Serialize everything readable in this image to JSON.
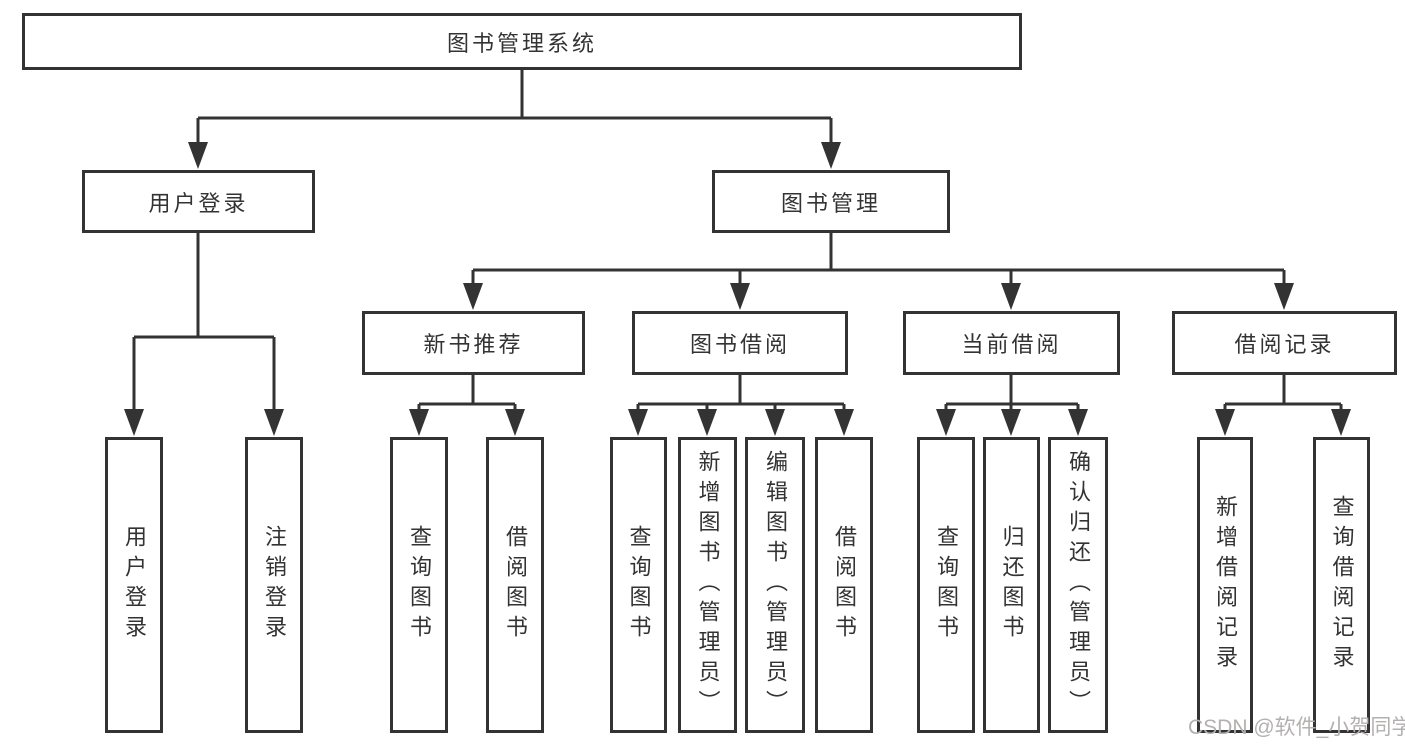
{
  "diagram": {
    "tree": {
      "root": {
        "label": "图书管理系统"
      },
      "branches": [
        {
          "label": "用户登录",
          "leaves": [
            {
              "label": "用户登录"
            },
            {
              "label": "注销登录"
            }
          ]
        },
        {
          "label": "图书管理",
          "groups": [
            {
              "label": "新书推荐",
              "leaves": [
                {
                  "label": "查询图书"
                },
                {
                  "label": "借阅图书"
                }
              ]
            },
            {
              "label": "图书借阅",
              "leaves": [
                {
                  "label": "查询图书"
                },
                {
                  "label": "新增图书（管理员）"
                },
                {
                  "label": "编辑图书（管理员）"
                },
                {
                  "label": "借阅图书"
                }
              ]
            },
            {
              "label": "当前借阅",
              "leaves": [
                {
                  "label": "查询图书"
                },
                {
                  "label": "归还图书"
                },
                {
                  "label": "确认归还（管理员）"
                }
              ]
            },
            {
              "label": "借阅记录",
              "leaves": [
                {
                  "label": "新增借阅记录"
                },
                {
                  "label": "查询借阅记录"
                }
              ]
            }
          ]
        }
      ]
    },
    "colors": {
      "line": "#333333",
      "box_border": "#333333",
      "text": "#333333",
      "background": "#ffffff",
      "watermark_text": "#b3b0b0"
    }
  },
  "watermark": {
    "text": "CSDN @软件_小贺同学"
  }
}
